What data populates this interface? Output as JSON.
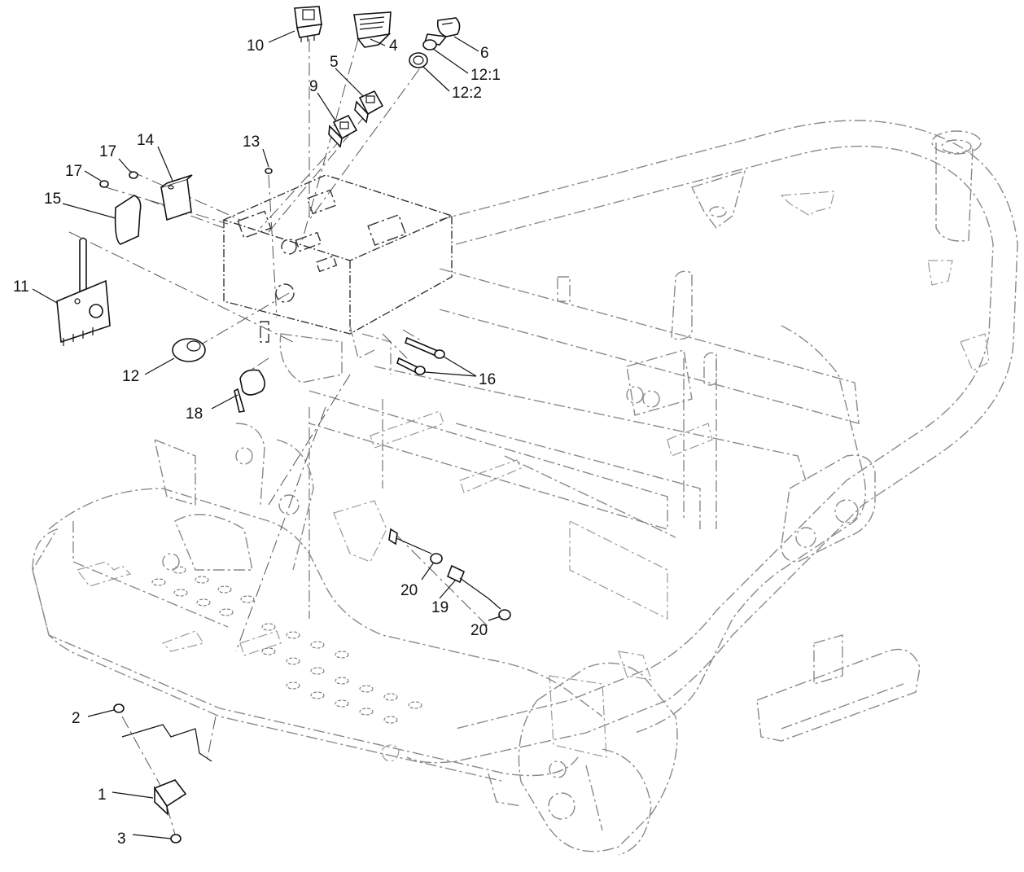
{
  "callouts": [
    {
      "id": "1",
      "label": "1"
    },
    {
      "id": "2",
      "label": "2"
    },
    {
      "id": "3",
      "label": "3"
    },
    {
      "id": "4",
      "label": "4"
    },
    {
      "id": "5",
      "label": "5"
    },
    {
      "id": "6",
      "label": "6"
    },
    {
      "id": "9",
      "label": "9"
    },
    {
      "id": "10",
      "label": "10"
    },
    {
      "id": "11",
      "label": "11"
    },
    {
      "id": "12",
      "label": "12"
    },
    {
      "id": "12_1",
      "label": "12:1"
    },
    {
      "id": "12_2",
      "label": "12:2"
    },
    {
      "id": "13",
      "label": "13"
    },
    {
      "id": "14",
      "label": "14"
    },
    {
      "id": "15",
      "label": "15"
    },
    {
      "id": "16",
      "label": "16"
    },
    {
      "id": "17a",
      "label": "17"
    },
    {
      "id": "17b",
      "label": "17"
    },
    {
      "id": "18",
      "label": "18"
    },
    {
      "id": "19",
      "label": "19"
    },
    {
      "id": "20a",
      "label": "20"
    },
    {
      "id": "20b",
      "label": "20"
    }
  ],
  "colors": {
    "line": "#111111",
    "phantom": "#8a8a8a",
    "background": "#ffffff"
  }
}
